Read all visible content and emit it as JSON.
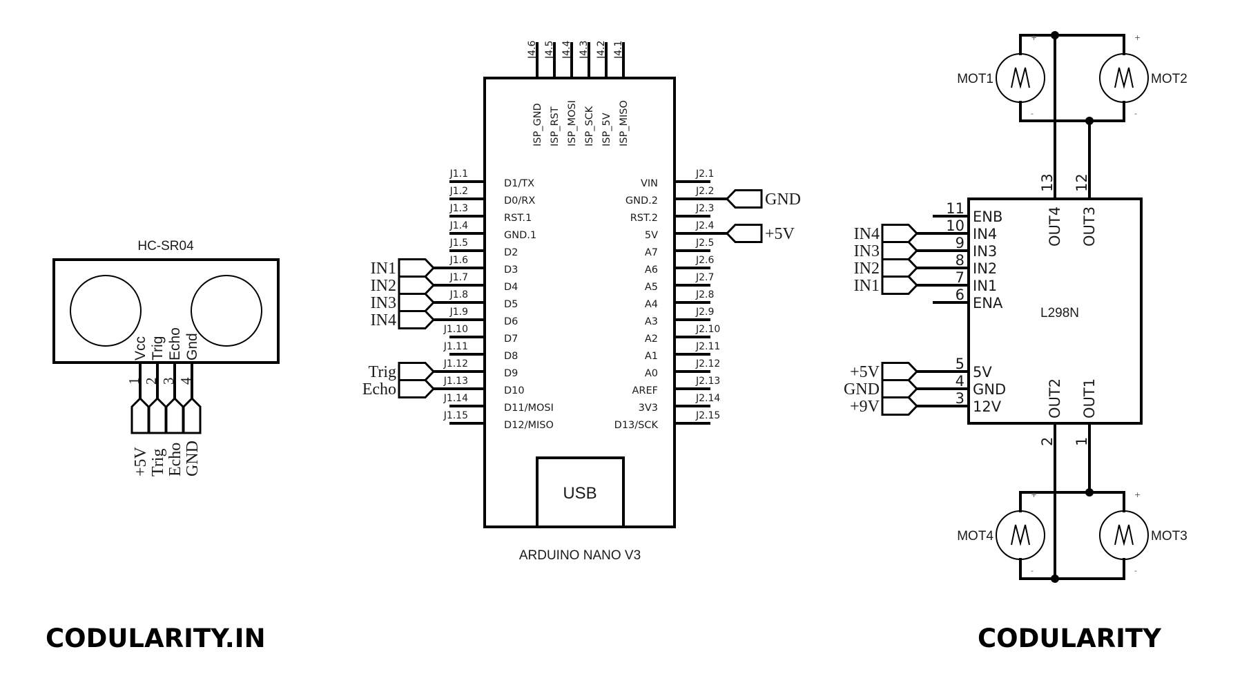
{
  "brand": {
    "left": "CODULARITY.IN",
    "right": "CODULARITY"
  },
  "hcsr04": {
    "title": "HC-SR04",
    "pin_names": [
      "Vcc",
      "Trig",
      "Echo",
      "Gnd"
    ],
    "pin_numbers": [
      "1",
      "2",
      "3",
      "4"
    ],
    "net_labels": [
      "+5V",
      "Trig",
      "Echo",
      "GND"
    ]
  },
  "arduino": {
    "title": "ARDUINO NANO V3",
    "usb_label": "USB",
    "isp_pins": [
      {
        "ref": "J4.6",
        "name": "ISP_GND"
      },
      {
        "ref": "J4.5",
        "name": "ISP_RST"
      },
      {
        "ref": "J4.4",
        "name": "ISP_MOSI"
      },
      {
        "ref": "J4.3",
        "name": "ISP_SCK"
      },
      {
        "ref": "J4.2",
        "name": "ISP_5V"
      },
      {
        "ref": "J4.1",
        "name": "ISP_MISO"
      }
    ],
    "left_pins": [
      {
        "ref": "J1.1",
        "name": "D1/TX"
      },
      {
        "ref": "J1.2",
        "name": "D0/RX"
      },
      {
        "ref": "J1.3",
        "name": "RST.1"
      },
      {
        "ref": "J1.4",
        "name": "GND.1"
      },
      {
        "ref": "J1.5",
        "name": "D2"
      },
      {
        "ref": "J1.6",
        "name": "D3",
        "net": "IN1"
      },
      {
        "ref": "J1.7",
        "name": "D4",
        "net": "IN2"
      },
      {
        "ref": "J1.8",
        "name": "D5",
        "net": "IN3"
      },
      {
        "ref": "J1.9",
        "name": "D6",
        "net": "IN4"
      },
      {
        "ref": "J1.10",
        "name": "D7"
      },
      {
        "ref": "J1.11",
        "name": "D8"
      },
      {
        "ref": "J1.12",
        "name": "D9",
        "net": "Trig"
      },
      {
        "ref": "J1.13",
        "name": "D10",
        "net": "Echo"
      },
      {
        "ref": "J1.14",
        "name": "D11/MOSI"
      },
      {
        "ref": "J1.15",
        "name": "D12/MISO"
      }
    ],
    "right_pins": [
      {
        "ref": "J2.1",
        "name": "VIN"
      },
      {
        "ref": "J2.2",
        "name": "GND.2",
        "net": "GND"
      },
      {
        "ref": "J2.3",
        "name": "RST.2"
      },
      {
        "ref": "J2.4",
        "name": "5V",
        "net": "+5V"
      },
      {
        "ref": "J2.5",
        "name": "A7"
      },
      {
        "ref": "J2.6",
        "name": "A6"
      },
      {
        "ref": "J2.7",
        "name": "A5"
      },
      {
        "ref": "J2.8",
        "name": "A4"
      },
      {
        "ref": "J2.9",
        "name": "A3"
      },
      {
        "ref": "J2.10",
        "name": "A2"
      },
      {
        "ref": "J2.11",
        "name": "A1"
      },
      {
        "ref": "J2.12",
        "name": "A0"
      },
      {
        "ref": "J2.13",
        "name": "AREF"
      },
      {
        "ref": "J2.14",
        "name": "3V3"
      },
      {
        "ref": "J2.15",
        "name": "D13/SCK"
      }
    ]
  },
  "l298n": {
    "title": "L298N",
    "left_pins": [
      {
        "num": "11",
        "name": "ENB"
      },
      {
        "num": "10",
        "name": "IN4",
        "net": "IN4"
      },
      {
        "num": "9",
        "name": "IN3",
        "net": "IN3"
      },
      {
        "num": "8",
        "name": "IN2",
        "net": "IN2"
      },
      {
        "num": "7",
        "name": "IN1",
        "net": "IN1"
      },
      {
        "num": "6",
        "name": "ENA"
      },
      {
        "num": "5",
        "name": "5V",
        "net": "+5V"
      },
      {
        "num": "4",
        "name": "GND",
        "net": "GND"
      },
      {
        "num": "3",
        "name": "12V",
        "net": "+9V"
      }
    ],
    "top_pins": [
      {
        "num": "13",
        "name": "OUT4"
      },
      {
        "num": "12",
        "name": "OUT3"
      }
    ],
    "bottom_pins": [
      {
        "num": "2",
        "name": "OUT2"
      },
      {
        "num": "1",
        "name": "OUT1"
      }
    ]
  },
  "motors": [
    {
      "ref": "MOT1",
      "symbol": "M",
      "plus": "+",
      "minus": "-"
    },
    {
      "ref": "MOT2",
      "symbol": "M",
      "plus": "+",
      "minus": "-"
    },
    {
      "ref": "MOT3",
      "symbol": "M",
      "plus": "+",
      "minus": "-"
    },
    {
      "ref": "MOT4",
      "symbol": "M",
      "plus": "+",
      "minus": "-"
    }
  ]
}
